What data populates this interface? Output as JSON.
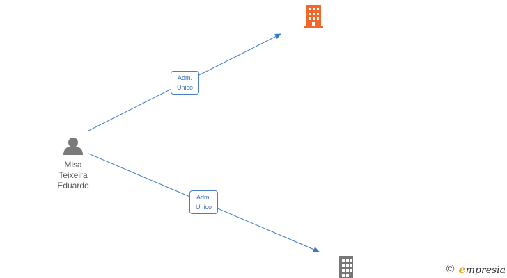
{
  "person": {
    "name_lines": [
      "Misa",
      "Teixeira",
      "Eduardo"
    ],
    "icon": "person-icon"
  },
  "companies": [
    {
      "icon": "building-icon",
      "color": "#f2682a"
    },
    {
      "icon": "building-icon",
      "color": "#777777"
    }
  ],
  "relations": [
    {
      "line1": "Adm.",
      "line2": "Unico"
    },
    {
      "line1": "Adm.",
      "line2": "Unico"
    }
  ],
  "colors": {
    "edge": "#3a78c8",
    "person": "#7a7a7a"
  },
  "watermark": {
    "symbol": "©",
    "brand_initial": "e",
    "brand_rest": "mpresia"
  }
}
